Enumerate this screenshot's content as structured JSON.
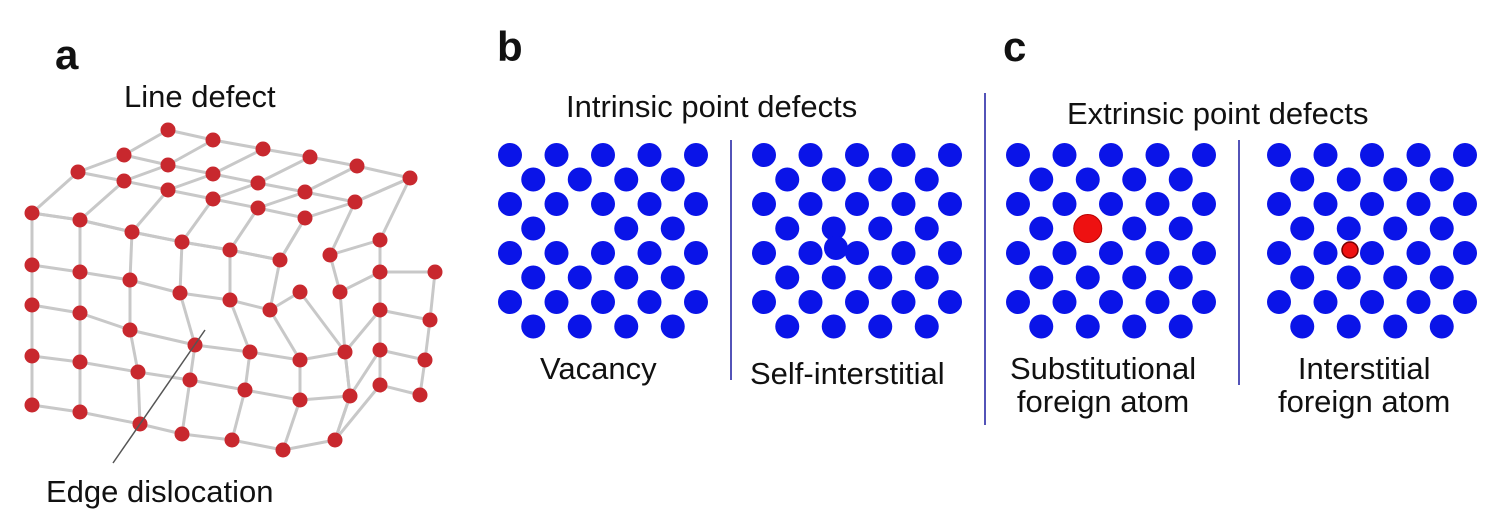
{
  "panels": {
    "a": {
      "letter": "a",
      "title": "Line defect",
      "pointer_label": "Edge dislocation",
      "atom_color": "#c8282e",
      "bond_color": "#c8c8c8"
    },
    "b": {
      "letter": "b",
      "title": "Intrinsic point defects",
      "lattice_color": "#0a14e8",
      "sub": [
        {
          "label": "Vacancy"
        },
        {
          "label": "Self-interstitial"
        }
      ]
    },
    "c": {
      "letter": "c",
      "title": "Extrinsic point defects",
      "foreign_color": "#ee1111",
      "sub": [
        {
          "label_line1": "Substitutional",
          "label_line2": "foreign atom"
        },
        {
          "label_line1": "Interstitial",
          "label_line2": "foreign atom"
        }
      ]
    }
  },
  "separator_color": "#1a1aa0"
}
